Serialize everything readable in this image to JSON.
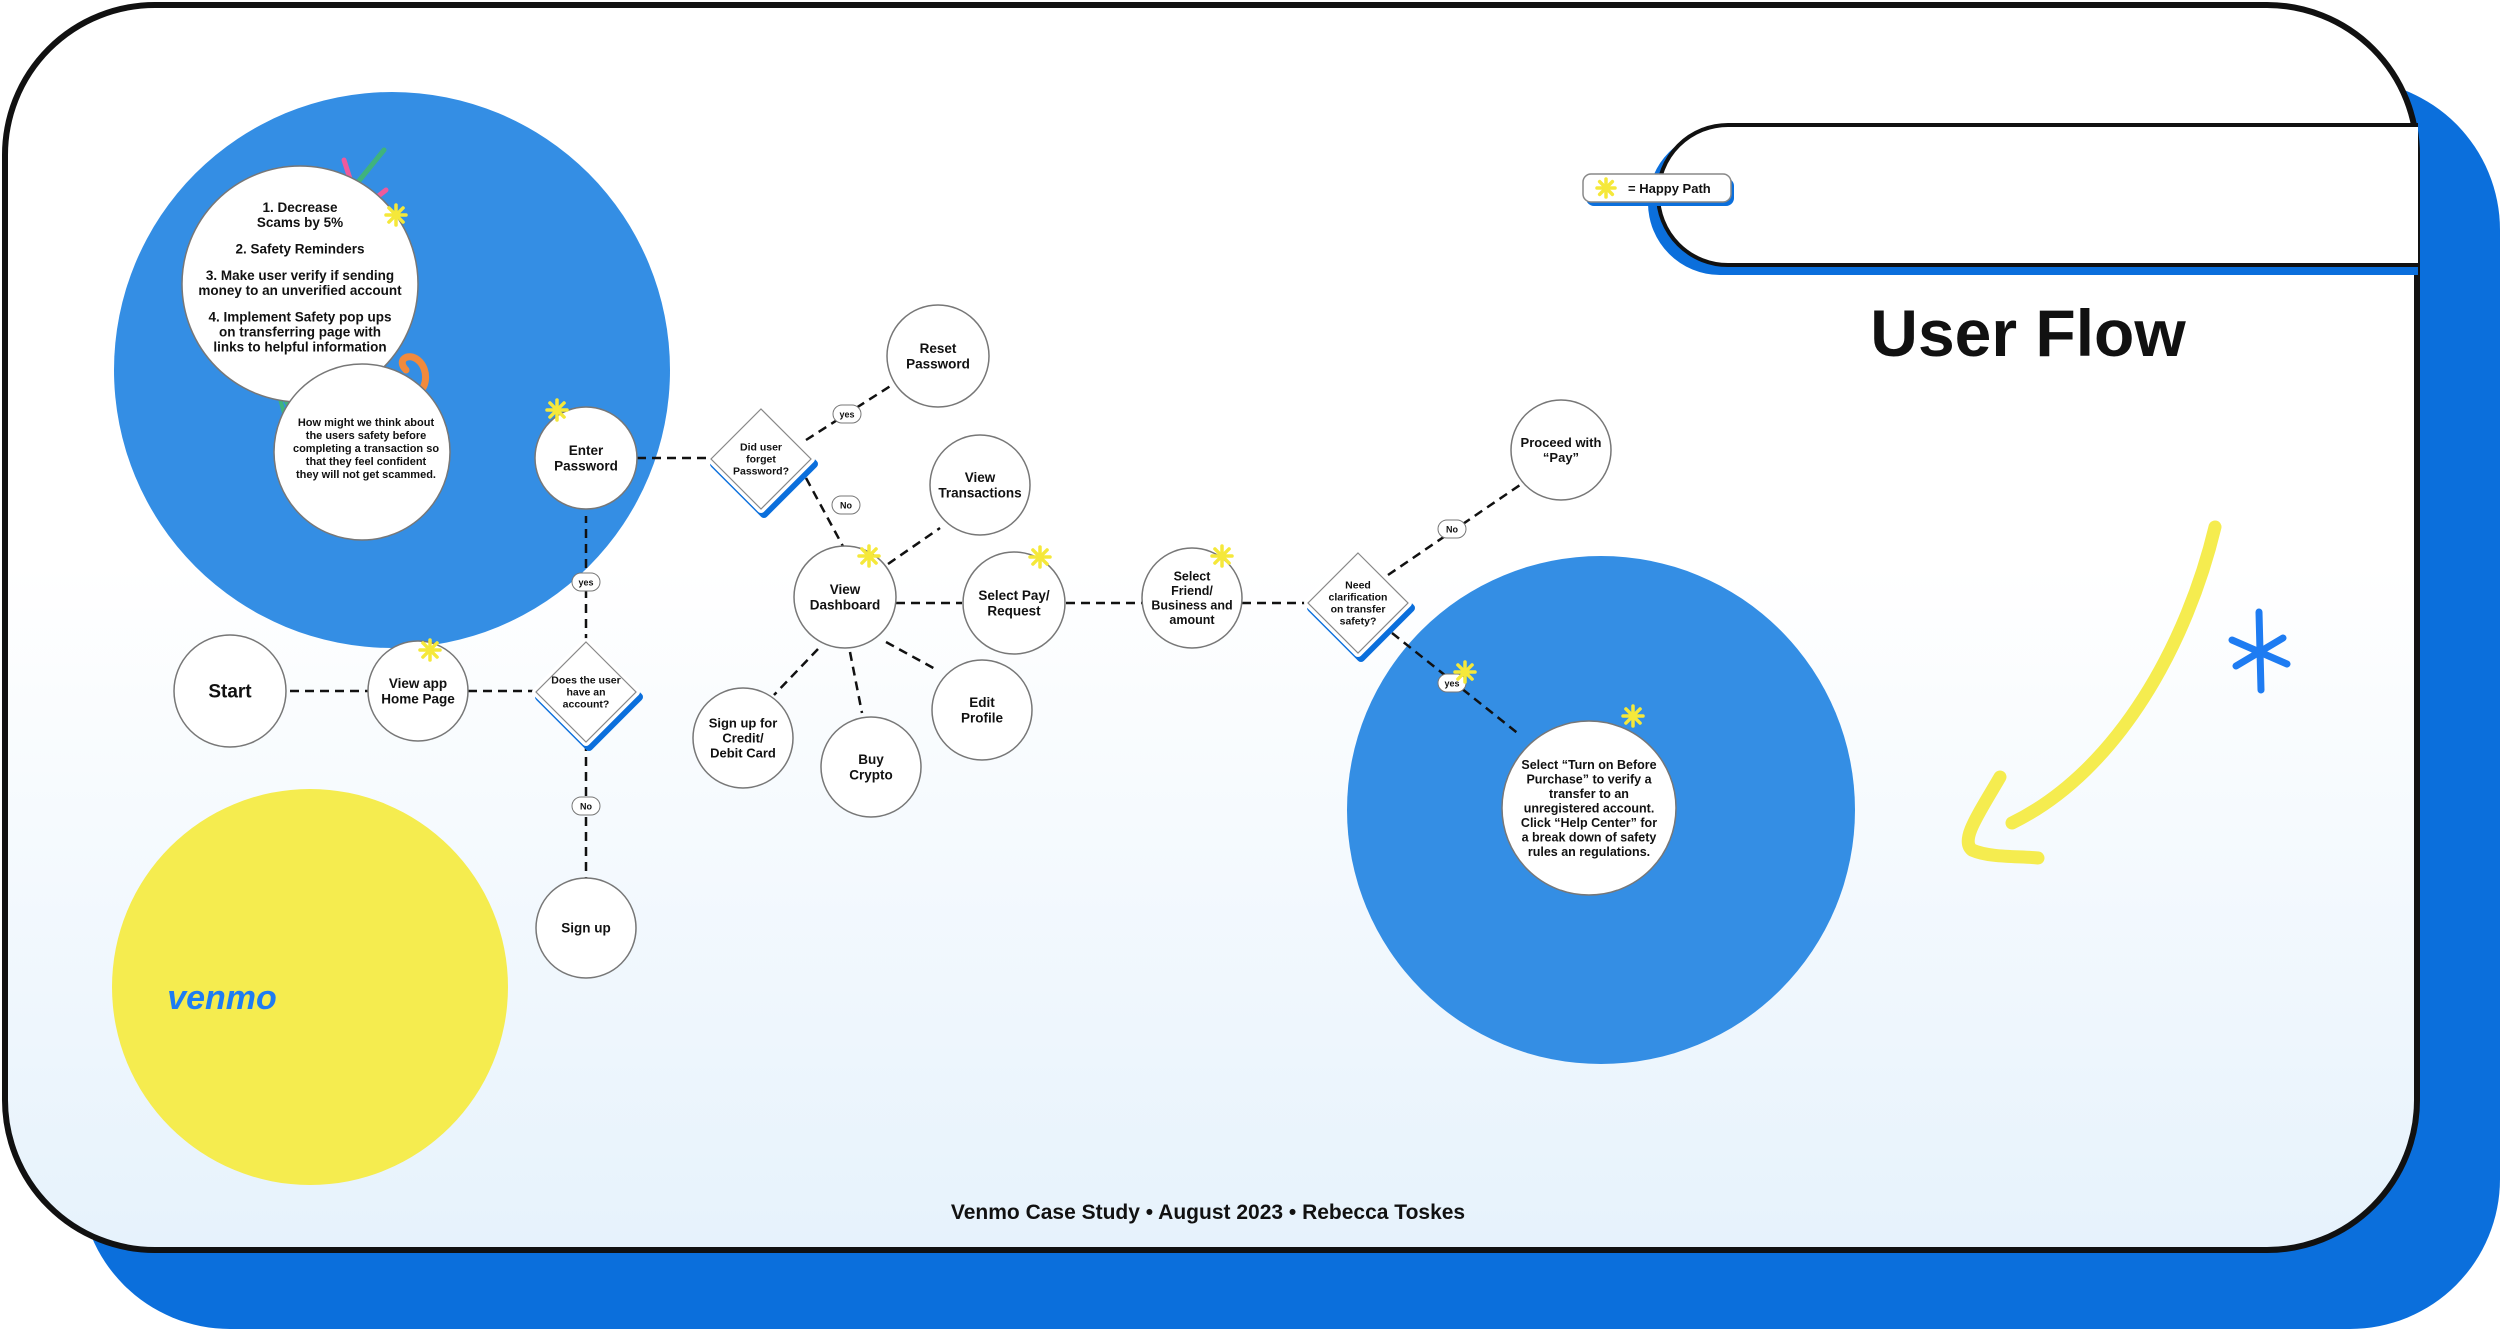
{
  "title": "User Flow",
  "legend": {
    "label": "= Happy Path"
  },
  "footer": "Venmo Case Study • August 2023 • Rebecca Toskes",
  "brand": "venmo",
  "colors": {
    "blue": "#348EE4",
    "deep_blue": "#0B6FDC",
    "yellow": "#F5EC4F",
    "brand_text": "#1E7CF2",
    "outline": "#111111"
  },
  "goals": [
    "1. Decrease Scams by 5%",
    "2. Safety Reminders",
    "3. Make user verify if sending money to an unverified account",
    "4. Implement Safety pop ups on transferring page with links to helpful information"
  ],
  "hmw": "How might we think about the users safety before completing a transaction so that they feel confident they will not get scammed.",
  "nodes": {
    "start": "Start",
    "home": "View app Home Page",
    "has_account": "Does the user have an account?",
    "sign_up": "Sign up",
    "enter_password": "Enter Password",
    "forgot_password": "Did user forget Password?",
    "reset_password": "Reset Password",
    "view_dashboard": "View Dashboard",
    "view_transactions": "View Transactions",
    "select_pay": "Select Pay/ Request",
    "edit_profile": "Edit Profile",
    "buy_crypto": "Buy Crypto",
    "sign_up_card": "Sign up for Credit/ Debit Card",
    "select_friend": "Select Friend/ Business and amount",
    "need_clarification": "Need clarification on transfer safety?",
    "proceed_pay": "Proceed with “Pay”",
    "turn_on": "Select “Turn on Before Purchase” to verify a transfer to an unregistered account. Click “Help Center” for a break down of safety rules an regulations."
  },
  "edge_labels": {
    "account_yes": "yes",
    "account_no": "No",
    "forgot_yes": "yes",
    "forgot_no": "No",
    "clarify_no": "No",
    "clarify_yes": "yes"
  }
}
